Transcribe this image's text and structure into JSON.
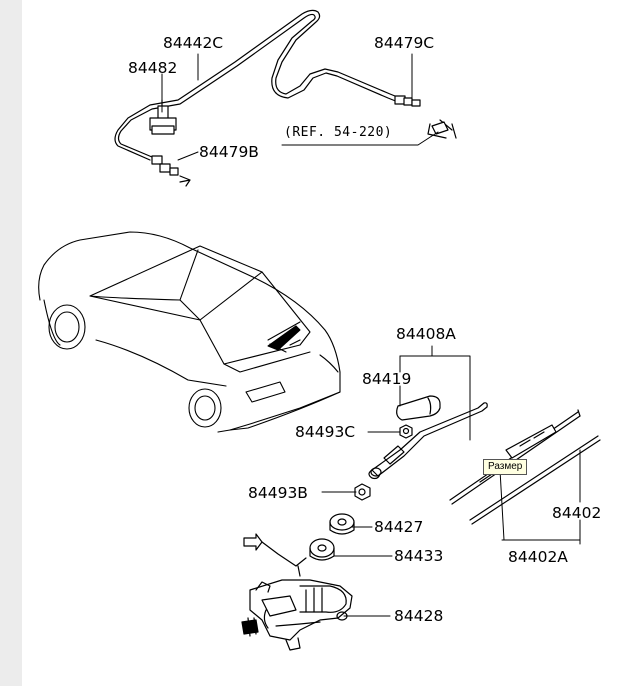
{
  "diagram": {
    "part_labels": {
      "hose_main": "84442C",
      "nozzle": "84482",
      "joint_upper": "84479C",
      "joint_lower": "84479B",
      "reference": "(REF. 54-220)",
      "arm_assy": "84408A",
      "cap": "84419",
      "nut_arm": "84493C",
      "nut_pivot": "84493B",
      "grommet": "84427",
      "packing": "84433",
      "motor": "84428",
      "blade": "84402",
      "blade_assy": "84402A"
    }
  },
  "tooltip": {
    "text": "Размер"
  }
}
